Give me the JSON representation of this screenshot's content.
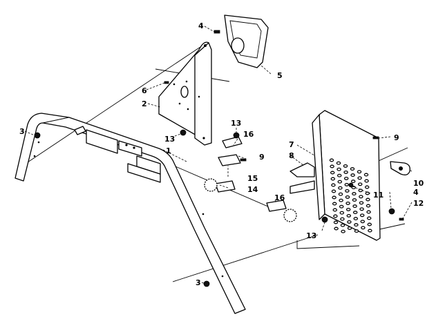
{
  "callouts": [
    {
      "id": "c1",
      "text": "1"
    },
    {
      "id": "c2",
      "text": "2"
    },
    {
      "id": "c3a",
      "text": "3"
    },
    {
      "id": "c3b",
      "text": "3"
    },
    {
      "id": "c4a",
      "text": "4"
    },
    {
      "id": "c4b",
      "text": "4"
    },
    {
      "id": "c5",
      "text": "5"
    },
    {
      "id": "c6",
      "text": "6"
    },
    {
      "id": "c7",
      "text": "7"
    },
    {
      "id": "c8",
      "text": "8"
    },
    {
      "id": "c9a",
      "text": "9"
    },
    {
      "id": "c9b",
      "text": "9"
    },
    {
      "id": "c10",
      "text": "10"
    },
    {
      "id": "c11",
      "text": "11"
    },
    {
      "id": "c12",
      "text": "12"
    },
    {
      "id": "c13a",
      "text": "13"
    },
    {
      "id": "c13b",
      "text": "13"
    },
    {
      "id": "c13c",
      "text": "13"
    },
    {
      "id": "c14",
      "text": "14"
    },
    {
      "id": "c15",
      "text": "15"
    },
    {
      "id": "c16a",
      "text": "16"
    },
    {
      "id": "c16b",
      "text": "16"
    }
  ],
  "colors": {
    "line": "#000000",
    "background": "#ffffff"
  }
}
